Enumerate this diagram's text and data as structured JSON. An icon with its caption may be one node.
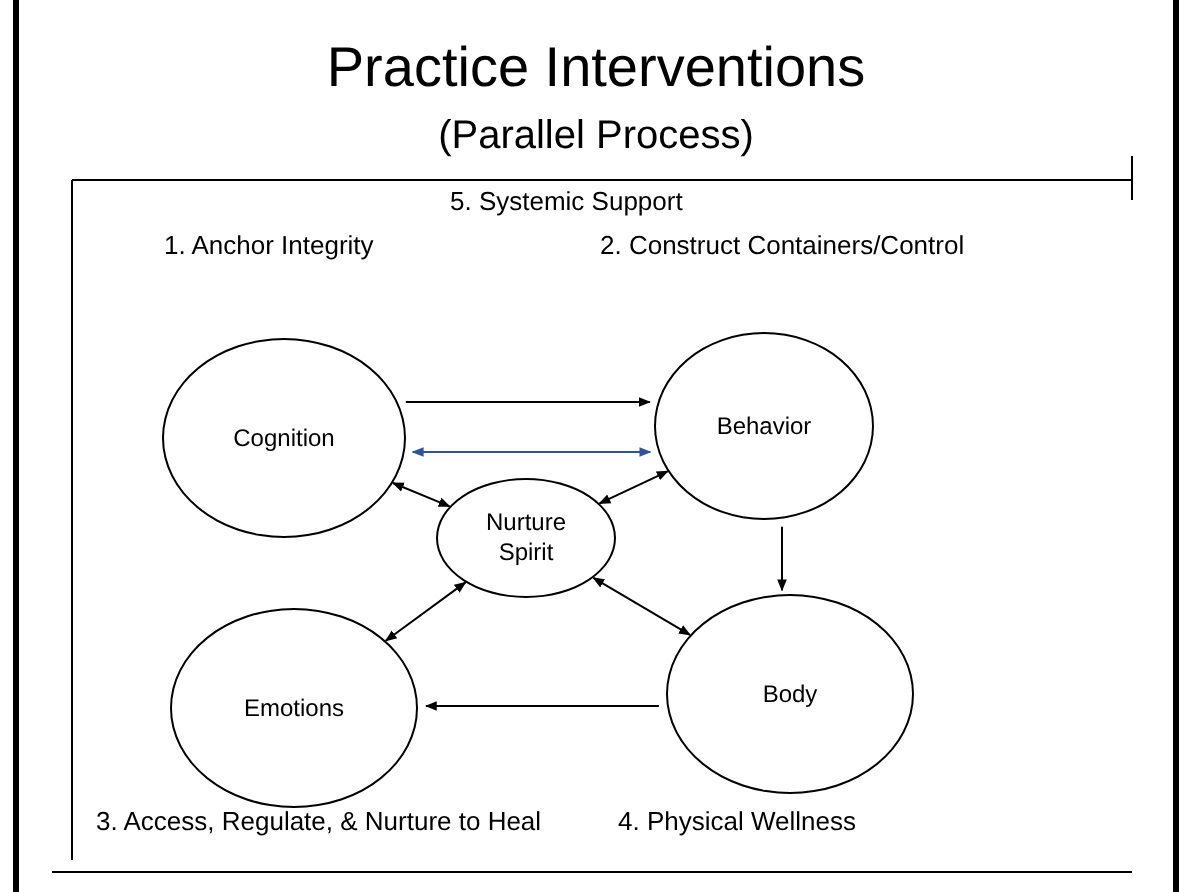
{
  "diagram": {
    "title": "Practice Interventions",
    "nodes": [
      {
        "text": [
          "Cognition"
        ]
      },
      {
        "text": [
          "Behavior"
        ]
      },
      {
        "text": [
          "Nurture Spirit"
        ]
      },
      {
        "text": [
          "Emotions"
        ]
      },
      {
        "text": [
          "Body"
        ]
      }
    ],
    "edges": [
      {
        "from": 0,
        "to": 1,
        "arrow": "to"
      },
      {
        "from": 1,
        "to": 0,
        "arrow": "both",
        "color": "#2f5597"
      },
      {
        "from": 0,
        "to": 2,
        "arrow": "both"
      },
      {
        "from": 2,
        "to": 3,
        "arrow": "both"
      },
      {
        "from": 2,
        "to": 1,
        "arrow": "both"
      },
      {
        "from": 2,
        "to": 4,
        "arrow": "both"
      },
      {
        "from": 1,
        "to": 4,
        "arrow": "to"
      },
      {
        "from": 4,
        "to": 3,
        "arrow": "to"
      }
    ],
    "labels": [
      "(Parallel Process)",
      "5. Systemic Support",
      "1. Anchor Integrity",
      "2. Construct Containers/Control",
      "3. Access, Regulate, & Nurture to Heal",
      "4. Physical Wellness"
    ]
  }
}
